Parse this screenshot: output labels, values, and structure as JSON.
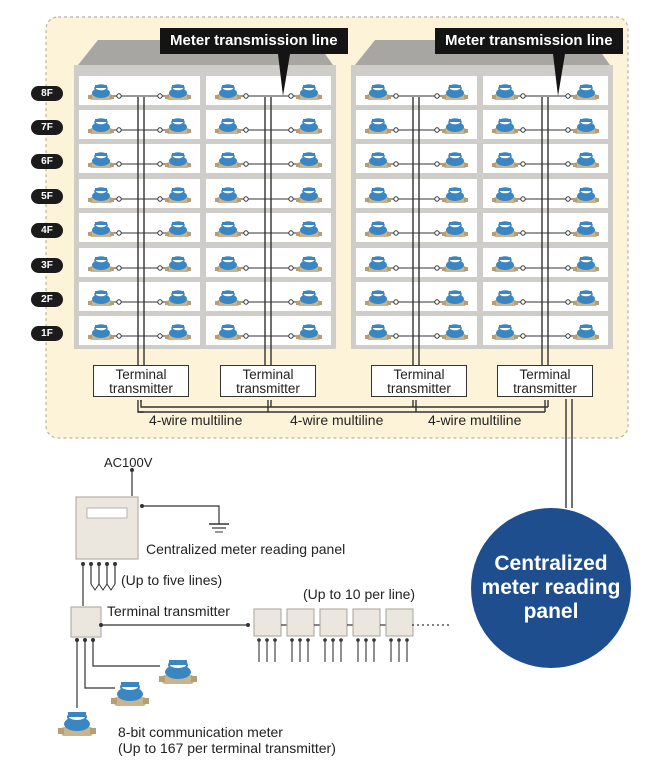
{
  "callouts": {
    "left": "Meter transmission line",
    "right": "Meter transmission line"
  },
  "floors": [
    "8F",
    "7F",
    "6F",
    "5F",
    "4F",
    "3F",
    "2F",
    "1F"
  ],
  "terminal_transmitter_boxes": [
    "Terminal\ntransmitter",
    "Terminal\ntransmitter",
    "Terminal\ntransmitter",
    "Terminal\ntransmitter"
  ],
  "multiline_labels": [
    "4-wire multiline",
    "4-wire multiline",
    "4-wire multiline"
  ],
  "lower": {
    "ac_label": "AC100V",
    "panel_label": "Centralized meter reading panel",
    "up_to_five": "(Up to five lines)",
    "terminal_transmitter_label": "Terminal transmitter",
    "up_to_ten": "(Up to 10 per line)",
    "meter_label_1": "8-bit communication meter",
    "meter_label_2": "(Up to 167 per terminal transmitter)"
  },
  "circle_label": "Centralized meter reading panel",
  "colors": {
    "building_bg": "#fdf3d9",
    "building_border": "#b9b2a3",
    "wall": "#d9d7d3",
    "meter_blue": "#3a86c2",
    "meter_base": "#c9b48d",
    "panel": "#ebe7df",
    "circle": "#1f4e8f",
    "dark": "#1b1b1b"
  }
}
